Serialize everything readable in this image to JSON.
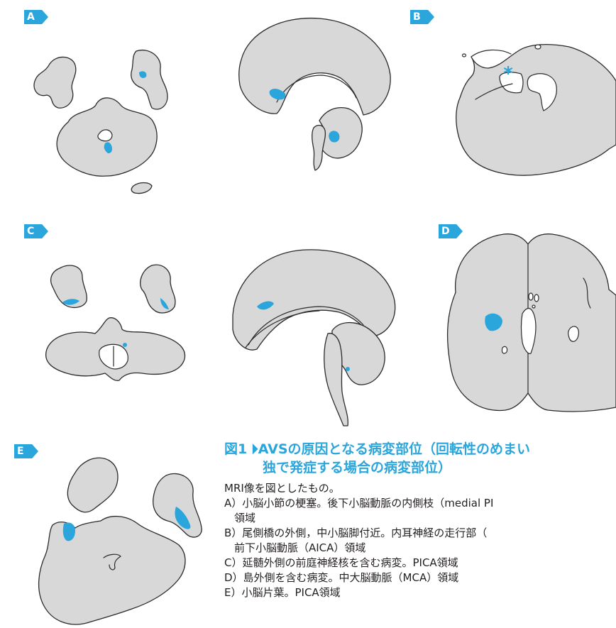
{
  "colors": {
    "accent": "#2aa6dc",
    "tissue": "#d8d8d8",
    "outline": "#2b2b2b"
  },
  "panels": {
    "A": {
      "label": "A"
    },
    "B": {
      "label": "B",
      "marker": "*"
    },
    "C": {
      "label": "C"
    },
    "D": {
      "label": "D"
    },
    "E": {
      "label": "E"
    }
  },
  "caption": {
    "figure_number": "図1",
    "title_line1": "AVSの原因となる病変部位（回転性のめまい",
    "title_line2": "独で発症する場合の病変部位）",
    "intro": "MRI像を図としたもの。",
    "items": [
      {
        "text": "A）小脳小節の梗塞。後下小脳動脈の内側枝（medial PI",
        "cont": "領域"
      },
      {
        "text": "B）尾側橋の外側，中小脳脚付近。内耳神経の走行部（",
        "cont": "前下小脳動脈（AICA）領域"
      },
      {
        "text": "C）延髄外側の前庭神経核を含む病変。PICA領域",
        "cont": ""
      },
      {
        "text": "D）島外側を含む病変。中大脳動脈（MCA）領域",
        "cont": ""
      },
      {
        "text": "E）小脳片葉。PICA領域",
        "cont": ""
      }
    ]
  }
}
